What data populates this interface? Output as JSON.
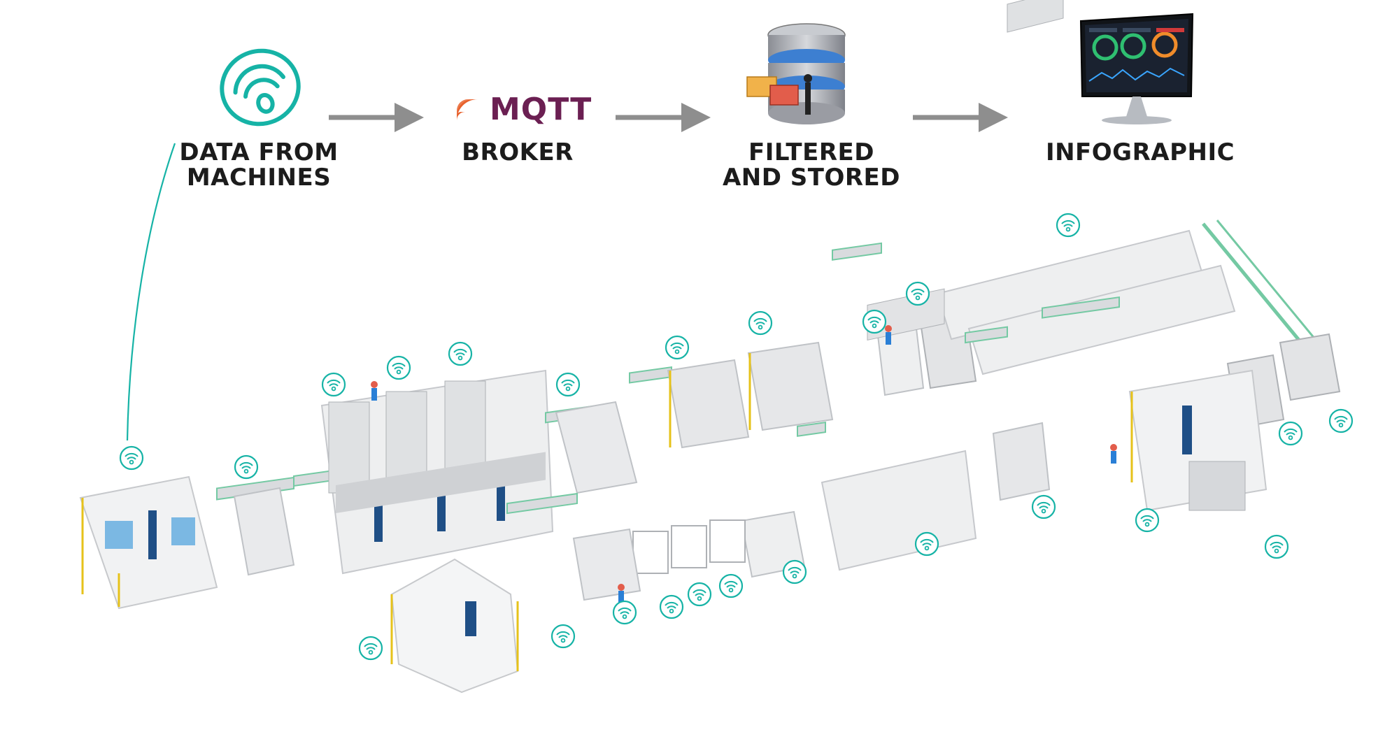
{
  "steps": [
    {
      "id": "machines",
      "line1": "DATA FROM",
      "line2": "MACHINES",
      "icon": "wifi-signal-icon"
    },
    {
      "id": "broker",
      "line1": "BROKER",
      "logo": "MQTT",
      "icon": "mqtt-logo"
    },
    {
      "id": "storage",
      "line1": "FILTERED",
      "line2": "AND STORED",
      "icon": "database-icon"
    },
    {
      "id": "infographic",
      "line1": "INFOGRAPHIC",
      "icon": "monitor-dashboard-icon"
    }
  ],
  "colors": {
    "accent": "#16b3a6",
    "arrow": "#8e8e8e",
    "mqtt_orange": "#e8612c",
    "mqtt_purple": "#6b1f52",
    "robot_blue": "#1f4f86",
    "safety_yellow": "#e6c21a",
    "conveyor_green": "#74c9a3"
  }
}
